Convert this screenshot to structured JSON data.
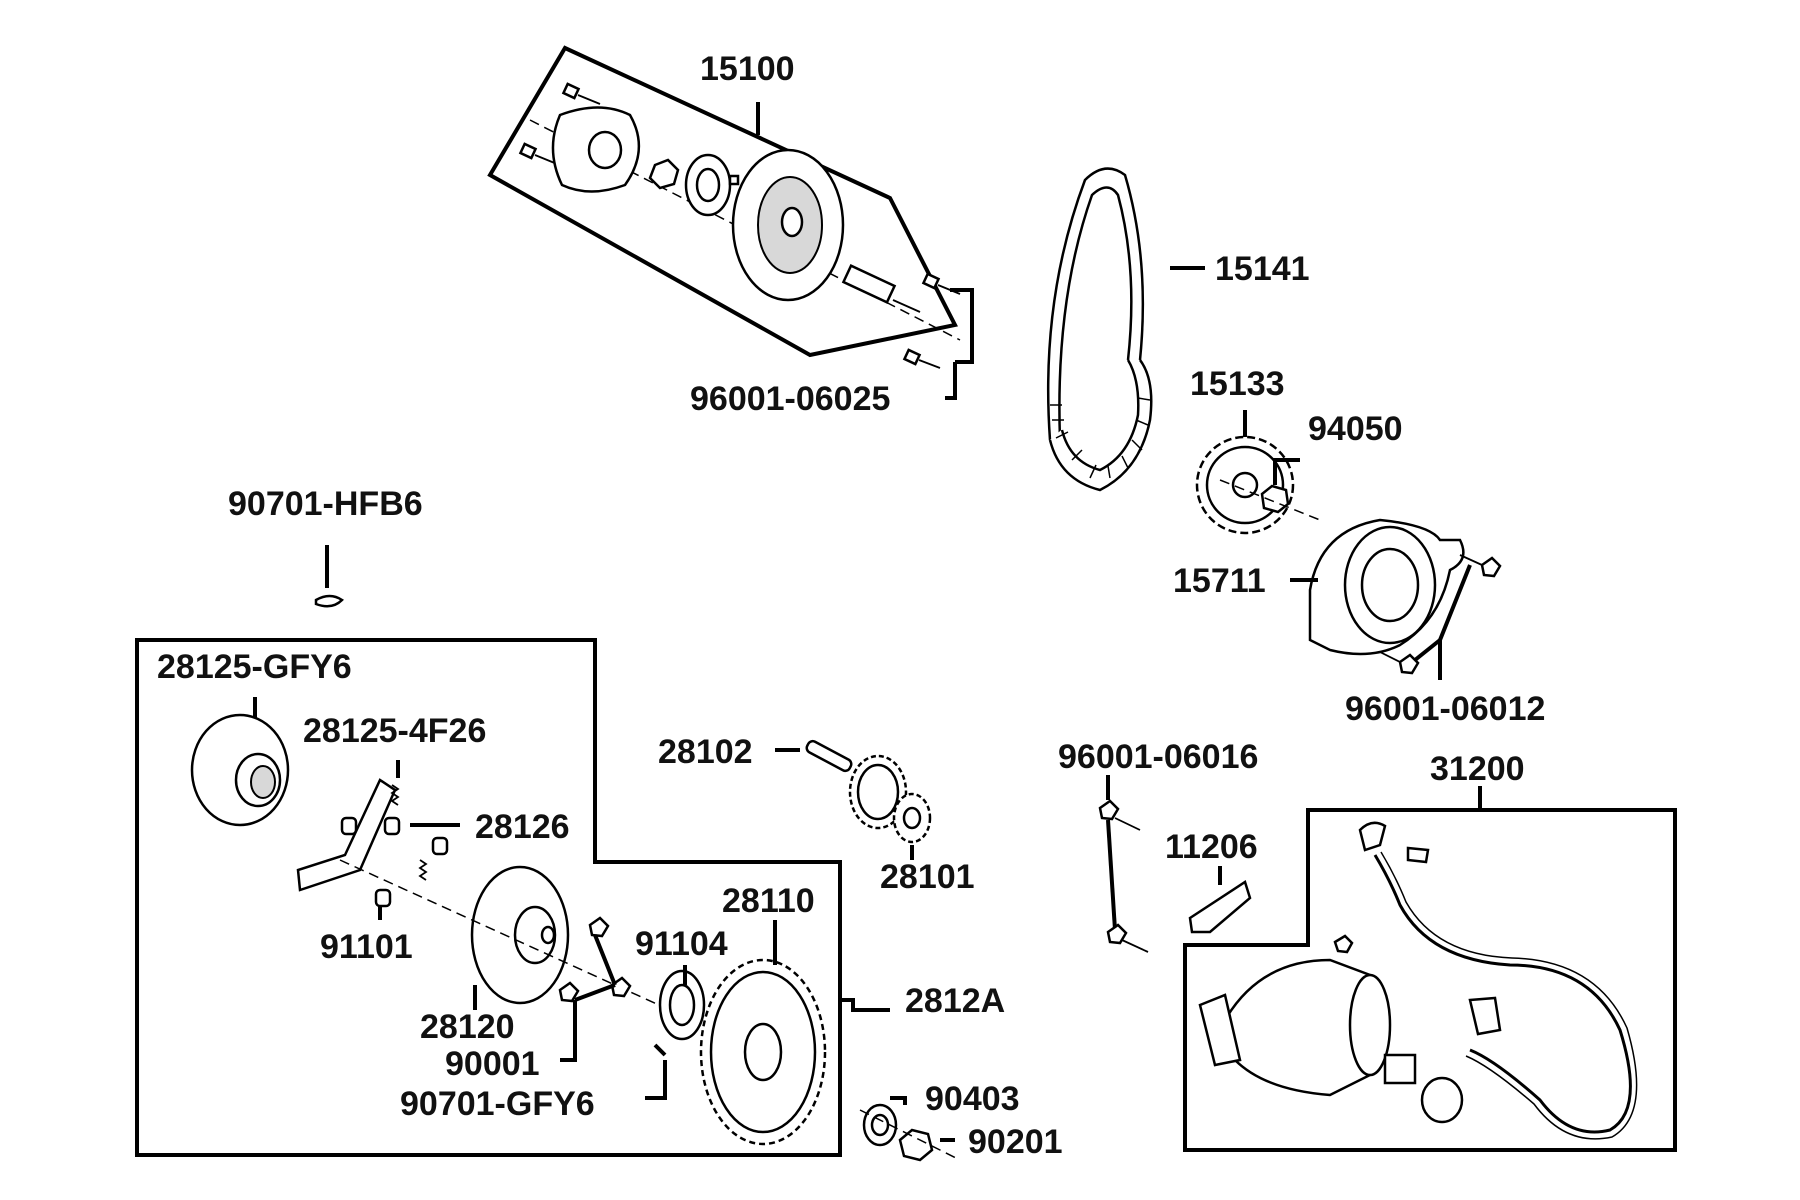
{
  "diagram": {
    "labels": {
      "p15100": "15100",
      "p96001_06025": "96001-06025",
      "p15141": "15141",
      "p15133": "15133",
      "p94050": "94050",
      "p15711": "15711",
      "p96001_06012": "96001-06012",
      "p90701_HFB6": "90701-HFB6",
      "p28125_GFY6": "28125-GFY6",
      "p28125_4F26": "28125-4F26",
      "p28126": "28126",
      "p91101": "91101",
      "p28120": "28120",
      "p90001": "90001",
      "p90701_GFY6": "90701-GFY6",
      "p91104": "91104",
      "p28110": "28110",
      "p2812A": "2812A",
      "p28102": "28102",
      "p28101": "28101",
      "p90403": "90403",
      "p90201": "90201",
      "p96001_06016": "96001-06016",
      "p31200": "31200",
      "p11206": "11206"
    }
  }
}
